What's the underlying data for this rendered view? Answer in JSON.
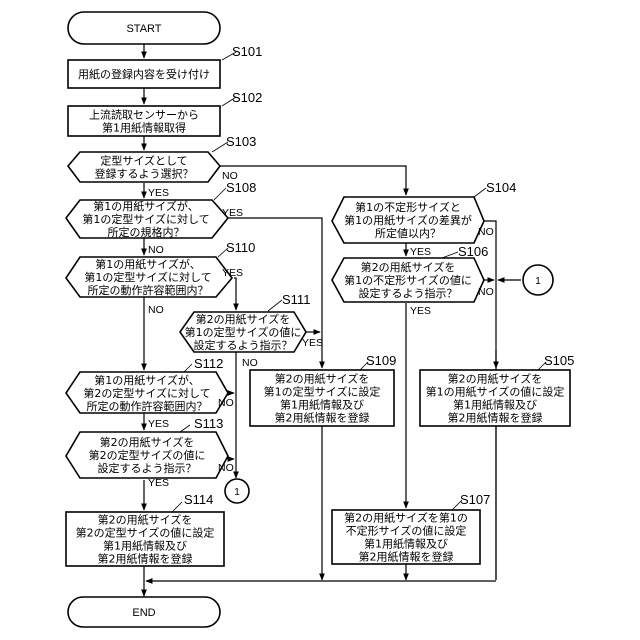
{
  "flowchart": {
    "start": "START",
    "end": "END",
    "connector": "1",
    "yes": "YES",
    "no": "NO",
    "steps": {
      "S101": {
        "id": "S101",
        "lines": [
          "用紙の登録内容を受け付け"
        ]
      },
      "S102": {
        "id": "S102",
        "lines": [
          "上流読取センサーから",
          "第1用紙情報取得"
        ]
      },
      "S103": {
        "id": "S103",
        "lines": [
          "定型サイズとして",
          "登録するよう選択？"
        ]
      },
      "S104": {
        "id": "S104",
        "lines": [
          "第1の不定形サイズと",
          "第1の用紙サイズの差異が",
          "所定値以内？"
        ]
      },
      "S105": {
        "id": "S105",
        "lines": [
          "第2の用紙サイズを",
          "第1の用紙サイズの値に設定",
          "第1用紙情報及び",
          "第2用紙情報を登録"
        ]
      },
      "S106": {
        "id": "S106",
        "lines": [
          "第2の用紙サイズを",
          "第1の不定形サイズの値に",
          "設定するよう指示？"
        ]
      },
      "S107": {
        "id": "S107",
        "lines": [
          "第2の用紙サイズを第1の",
          "不定形サイズの値に設定",
          "第1用紙情報及び",
          "第2用紙情報を登録"
        ]
      },
      "S108": {
        "id": "S108",
        "lines": [
          "第1の用紙サイズが、",
          "第1の定型サイズに対して",
          "所定の規格内？"
        ]
      },
      "S109": {
        "id": "S109",
        "lines": [
          "第2の用紙サイズを",
          "第1の定型サイズに設定",
          "第1用紙情報及び",
          "第2用紙情報を登録"
        ]
      },
      "S110": {
        "id": "S110",
        "lines": [
          "第1の用紙サイズが、",
          "第1の定型サイズに対して",
          "所定の動作許容範囲内？"
        ]
      },
      "S111": {
        "id": "S111",
        "lines": [
          "第2の用紙サイズを",
          "第1の定型サイズの値に",
          "設定するよう指示？"
        ]
      },
      "S112": {
        "id": "S112",
        "lines": [
          "第1の用紙サイズが、",
          "第2の定型サイズに対して",
          "所定の動作許容範囲内？"
        ]
      },
      "S113": {
        "id": "S113",
        "lines": [
          "第2の用紙サイズを",
          "第2の定型サイズの値に",
          "設定するよう指示？"
        ]
      },
      "S114": {
        "id": "S114",
        "lines": [
          "第2の用紙サイズを",
          "第2の定型サイズの値に設定",
          "第1用紙情報及び",
          "第2用紙情報を登録"
        ]
      }
    }
  }
}
